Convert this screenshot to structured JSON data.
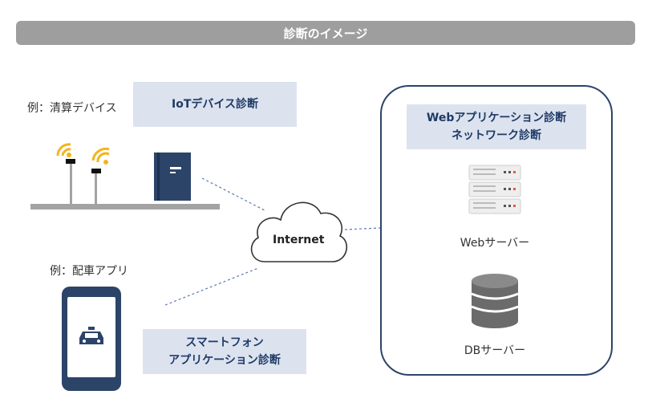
{
  "header": {
    "title": "診断のイメージ"
  },
  "iot": {
    "example_label": "例：清算デバイス",
    "diagnosis_label": "IoTデバイス診断"
  },
  "smartphone": {
    "example_label": "例：配車アプリ",
    "diagnosis_line1": "スマートフォン",
    "diagnosis_line2": "アプリケーション診断"
  },
  "network": {
    "internet_label": "Internet"
  },
  "server_panel": {
    "diagnosis_line1": "Webアプリケーション診断",
    "diagnosis_line2": "ネットワーク診断",
    "web_server_label": "Webサーバー",
    "db_server_label": "DBサーバー"
  },
  "colors": {
    "navy": "#2c4468",
    "label_bg": "#dce3ef",
    "wifi_yellow": "#f2b51d",
    "title_gray": "#9e9e9e",
    "dashed_line": "#5a7bb5"
  },
  "icons": [
    "wifi-icon",
    "payment-terminal-icon",
    "cloud-icon",
    "smartphone-icon",
    "taxi-icon",
    "web-server-icon",
    "database-icon"
  ]
}
